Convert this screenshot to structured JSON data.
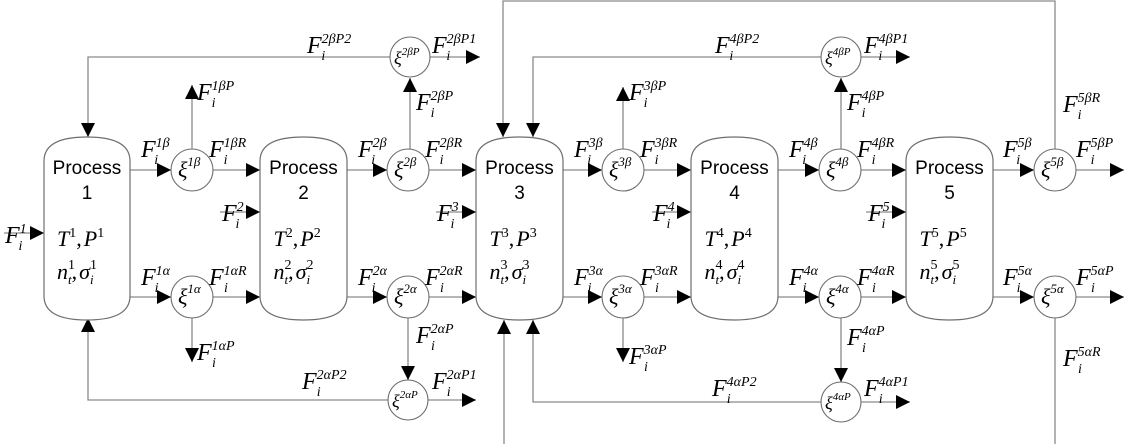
{
  "diagram": {
    "type": "process-flow",
    "processes": [
      {
        "id": "p1",
        "title": "Process",
        "number": "1",
        "n": "1"
      },
      {
        "id": "p2",
        "title": "Process",
        "number": "2",
        "n": "2"
      },
      {
        "id": "p3",
        "title": "Process",
        "number": "3",
        "n": "3"
      },
      {
        "id": "p4",
        "title": "Process",
        "number": "4",
        "n": "4"
      },
      {
        "id": "p5",
        "title": "Process",
        "number": "5",
        "n": "5"
      }
    ],
    "splitters": [
      {
        "id": "x1b",
        "sup": "1β"
      },
      {
        "id": "x1a",
        "sup": "1α"
      },
      {
        "id": "x2b",
        "sup": "2β"
      },
      {
        "id": "x2a",
        "sup": "2α"
      },
      {
        "id": "x2bP",
        "sup": "2βP"
      },
      {
        "id": "x2aP",
        "sup": "2αP"
      },
      {
        "id": "x3b",
        "sup": "3β"
      },
      {
        "id": "x3a",
        "sup": "3α"
      },
      {
        "id": "x4b",
        "sup": "4β"
      },
      {
        "id": "x4a",
        "sup": "4α"
      },
      {
        "id": "x4bP",
        "sup": "4βP"
      },
      {
        "id": "x4aP",
        "sup": "4αP"
      },
      {
        "id": "x5b",
        "sup": "5β"
      },
      {
        "id": "x5a",
        "sup": "5α"
      }
    ],
    "stream_labels": [
      {
        "id": "F1",
        "sup": "1"
      },
      {
        "id": "F2",
        "sup": "2"
      },
      {
        "id": "F3",
        "sup": "3"
      },
      {
        "id": "F4",
        "sup": "4"
      },
      {
        "id": "F5",
        "sup": "5"
      },
      {
        "id": "F1b",
        "sup": "1β"
      },
      {
        "id": "F1a",
        "sup": "1α"
      },
      {
        "id": "F1bR",
        "sup": "1βR"
      },
      {
        "id": "F1aR",
        "sup": "1αR"
      },
      {
        "id": "F1bP",
        "sup": "1βP"
      },
      {
        "id": "F1aP",
        "sup": "1αP"
      },
      {
        "id": "F2b",
        "sup": "2β"
      },
      {
        "id": "F2a",
        "sup": "2α"
      },
      {
        "id": "F2bR",
        "sup": "2βR"
      },
      {
        "id": "F2aR",
        "sup": "2αR"
      },
      {
        "id": "F2bP",
        "sup": "2βP"
      },
      {
        "id": "F2aP",
        "sup": "2αP"
      },
      {
        "id": "F2bP1",
        "sup": "2βP1"
      },
      {
        "id": "F2bP2",
        "sup": "2βP2"
      },
      {
        "id": "F2aP1",
        "sup": "2αP1"
      },
      {
        "id": "F2aP2",
        "sup": "2αP2"
      },
      {
        "id": "F3b",
        "sup": "3β"
      },
      {
        "id": "F3a",
        "sup": "3α"
      },
      {
        "id": "F3bR",
        "sup": "3βR"
      },
      {
        "id": "F3aR",
        "sup": "3αR"
      },
      {
        "id": "F3bP",
        "sup": "3βP"
      },
      {
        "id": "F3aP",
        "sup": "3αP"
      },
      {
        "id": "F4b",
        "sup": "4β"
      },
      {
        "id": "F4a",
        "sup": "4α"
      },
      {
        "id": "F4bR",
        "sup": "4βR"
      },
      {
        "id": "F4aR",
        "sup": "4αR"
      },
      {
        "id": "F4bP",
        "sup": "4βP"
      },
      {
        "id": "F4aP",
        "sup": "4αP"
      },
      {
        "id": "F4bP1",
        "sup": "4βP1"
      },
      {
        "id": "F4bP2",
        "sup": "4βP2"
      },
      {
        "id": "F4aP1",
        "sup": "4αP1"
      },
      {
        "id": "F4aP2",
        "sup": "4αP2"
      },
      {
        "id": "F5b",
        "sup": "5β"
      },
      {
        "id": "F5a",
        "sup": "5α"
      },
      {
        "id": "F5bP",
        "sup": "5βP"
      },
      {
        "id": "F5aP",
        "sup": "5αP"
      },
      {
        "id": "F5bR",
        "sup": "5βR"
      },
      {
        "id": "F5aR",
        "sup": "5αR"
      }
    ],
    "symbols": {
      "flow": "F",
      "component_sub": "i",
      "split": "ξ",
      "temperature": "T",
      "pressure": "P",
      "moles": "n",
      "moles_sub": "t",
      "sigma": "σ",
      "comma": ","
    }
  }
}
